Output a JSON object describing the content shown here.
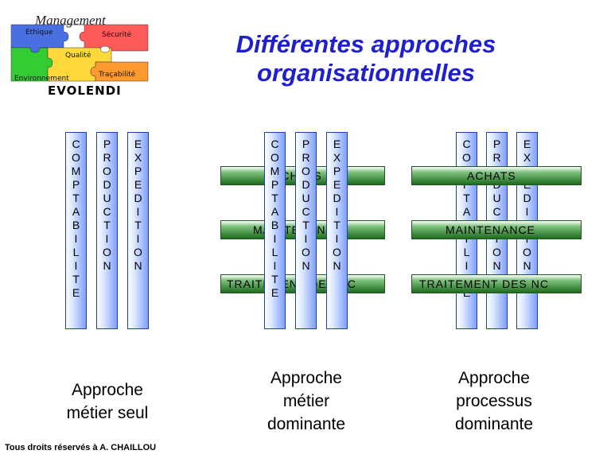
{
  "title_line1": "Différentes approches",
  "title_line2": "organisationnelles",
  "logo": {
    "header": "Management",
    "brand": "EVOLENDI",
    "pieces": {
      "ethique": "Ethique",
      "securite": "Sécurité",
      "qualite": "Qualité",
      "environnement": "Environnement",
      "tracabilite": "Traçabilité"
    },
    "colors": {
      "blue": "#4a6fe0",
      "red": "#ff5a5a",
      "green": "#33cc33",
      "yellow": "#ffd93b",
      "orange": "#ff9a2e"
    }
  },
  "columns": {
    "comptabilite": "COMPTABILITE",
    "production": "PRODUCTION",
    "expedition": "EXPEDITION"
  },
  "bars": {
    "achats": "ACHATS",
    "maintenance": "MAINTENANCE",
    "traitement": "TRAITEMENT DES NC"
  },
  "captions": {
    "c1_l1": "Approche",
    "c1_l2": "métier seul",
    "c2_l1": "Approche",
    "c2_l2": "métier",
    "c2_l3": "dominante",
    "c3_l1": "Approche",
    "c3_l2": "processus",
    "c3_l3": "dominante"
  },
  "footer": "Tous droits réservés à  A. CHAILLOU",
  "colors": {
    "title": "#1f1fd0",
    "column_border": "#1d3fb0",
    "bar_dark": "#1d6b1d"
  }
}
